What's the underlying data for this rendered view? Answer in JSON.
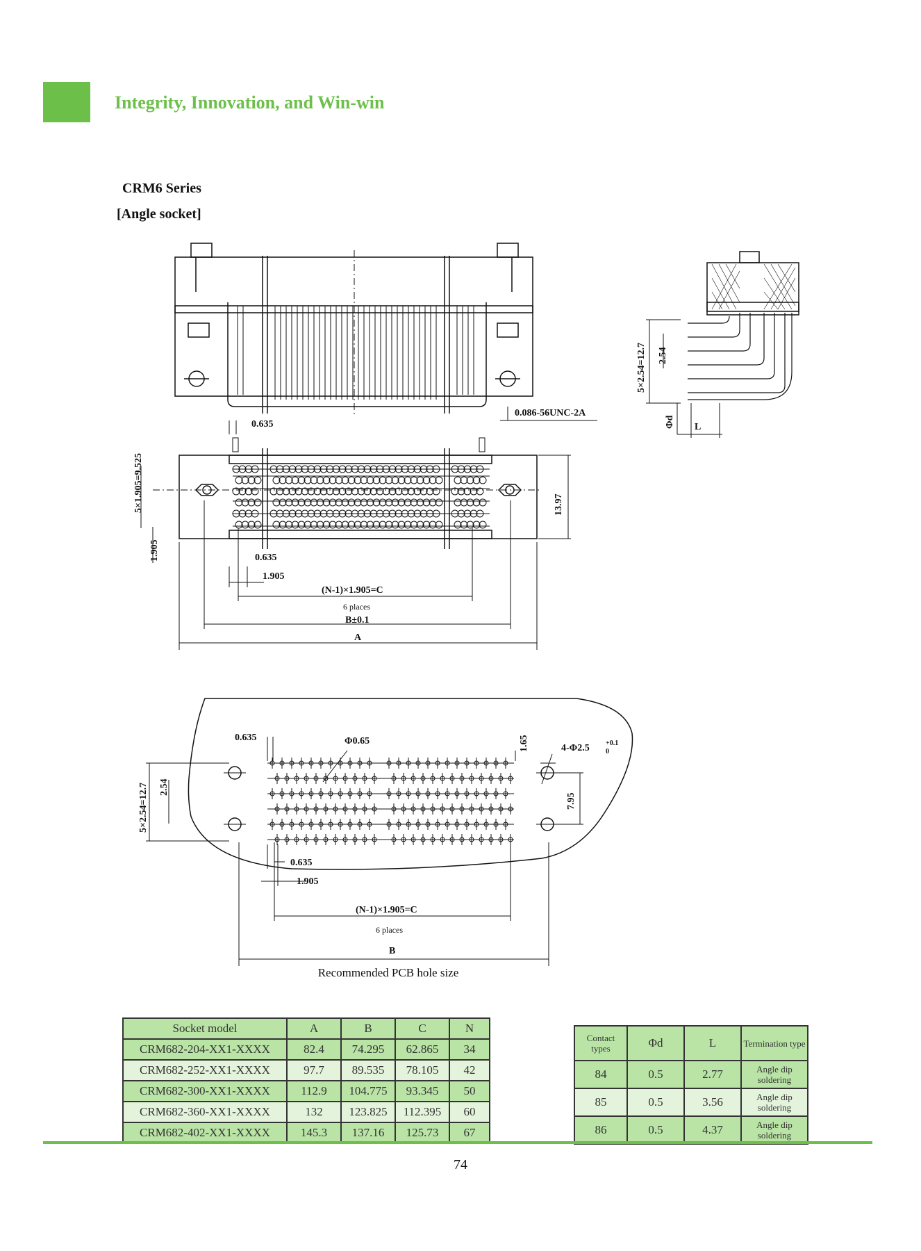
{
  "header": {
    "tagline": "Integrity, Innovation, and Win-win"
  },
  "section": {
    "series": "CRM6 Series",
    "subtitle": "[Angle socket]"
  },
  "drawing": {
    "front_view": {
      "thread_label": "0.086-56UNC-2A"
    },
    "top_view": {
      "pitch_small": "0.635",
      "row_dim": "5×1.905=9.525",
      "row_pitch": "1.905",
      "height_dim": "13.97",
      "offset_1": "0.635",
      "offset_2": "1.905",
      "span_c": "(N-1)×1.905=C",
      "places": "6 places",
      "span_b": "B±0.1",
      "span_a": "A"
    },
    "side_view": {
      "height_dim": "5×2.54=12.7",
      "pitch": "2.54",
      "pin_dia": "Φd",
      "length": "L"
    },
    "pcb_view": {
      "pitch_small": "0.635",
      "hole_dia": "Φ0.65",
      "offset_top": "1.65",
      "mount_holes": "4-Φ2.5",
      "tol_upper": "+0.1",
      "tol_lower": "0",
      "row_height": "5×2.54=12.7",
      "row_pitch": "2.54",
      "mount_spacing": "7.95",
      "offset_1": "0.635",
      "offset_2": "1.905",
      "span_c": "(N-1)×1.905=C",
      "places": "6 places",
      "span_b": "B"
    },
    "pcb_caption": "Recommended PCB hole size"
  },
  "socket_table": {
    "headers": [
      "Socket model",
      "A",
      "B",
      "C",
      "N"
    ],
    "rows": [
      [
        "CRM682-204-XX1-XXXX",
        "82.4",
        "74.295",
        "62.865",
        "34"
      ],
      [
        "CRM682-252-XX1-XXXX",
        "97.7",
        "89.535",
        "78.105",
        "42"
      ],
      [
        "CRM682-300-XX1-XXXX",
        "112.9",
        "104.775",
        "93.345",
        "50"
      ],
      [
        "CRM682-360-XX1-XXXX",
        "132",
        "123.825",
        "112.395",
        "60"
      ],
      [
        "CRM682-402-XX1-XXXX",
        "145.3",
        "137.16",
        "125.73",
        "67"
      ]
    ]
  },
  "contact_table": {
    "headers": [
      "Contact types",
      "Φd",
      "L",
      "Termination type"
    ],
    "rows": [
      [
        "84",
        "0.5",
        "2.77",
        "Angle dip soldering"
      ],
      [
        "85",
        "0.5",
        "3.56",
        "Angle dip soldering"
      ],
      [
        "86",
        "0.5",
        "4.37",
        "Angle dip soldering"
      ]
    ]
  },
  "footer": {
    "page_number": "74"
  }
}
